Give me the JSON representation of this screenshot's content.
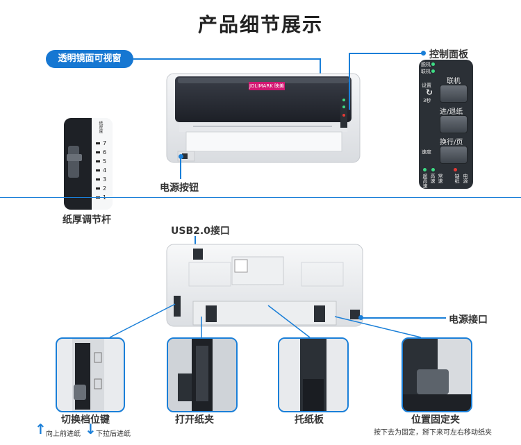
{
  "page": {
    "title": "产品细节展示"
  },
  "callouts": {
    "transparent_window": "透明镜面可视窗",
    "control_panel": "控制面板",
    "power_button": "电源按钮",
    "paper_thickness_lever": "纸厚调节杆",
    "usb_port": "USB2.0接口",
    "power_socket": "电源接口",
    "gear_switch": "切换档位键",
    "open_clip": "打开纸夹",
    "paper_tray": "托纸板",
    "position_clip": "位置固定夹",
    "position_clip_note": "按下去为固定，掰下来可左右移动纸夹",
    "feed_up": "向上前进纸",
    "feed_down": "下拉后进纸"
  },
  "control_panel": {
    "indicator_1": "脱机",
    "indicator_2": "联机",
    "setup_label": "设置",
    "setup_seconds": "3秒",
    "btn_online": "联机",
    "btn_feed": "进/退纸",
    "btn_linefeed": "换行/页",
    "speed_label": "速度",
    "bottom_1": "超高速",
    "bottom_2": "高速",
    "bottom_3": "常速",
    "bottom_4": "缺纸",
    "bottom_5": "电源"
  },
  "printer": {
    "brand_badge": "JOLIMARK 映美"
  },
  "lever_scale": {
    "header": "纸厚度",
    "ticks": [
      "7",
      "6",
      "5",
      "4",
      "3",
      "2",
      "1"
    ]
  },
  "colors": {
    "accent": "#1a7fd8",
    "pill": "#1677d2",
    "panel_bg": "#2b3036",
    "led_green": "#3ddc84",
    "led_red": "#e53935"
  }
}
